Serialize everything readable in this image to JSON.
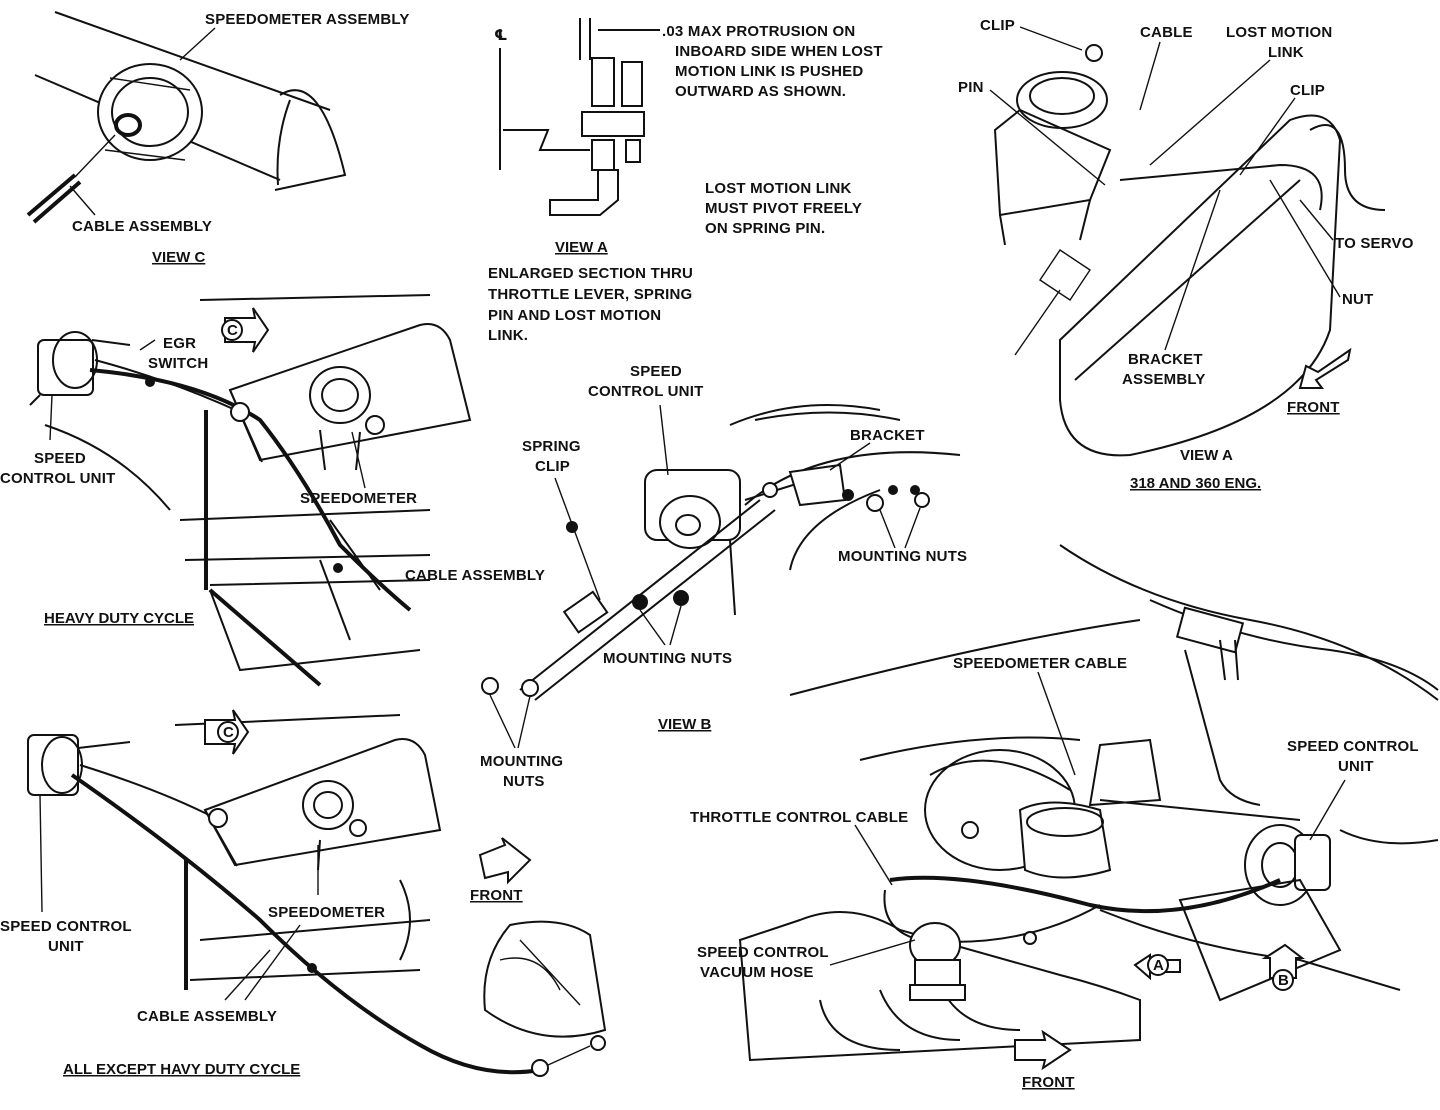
{
  "view_c": {
    "speedometer_assembly": "SPEEDOMETER ASSEMBLY",
    "cable_assembly": "CABLE ASSEMBLY",
    "title": "VIEW C"
  },
  "view_a_section": {
    "centerline_symbol": "℄",
    "protrusion_note": [
      ".03 MAX PROTRUSION ON",
      "INBOARD SIDE WHEN LOST",
      "MOTION LINK IS PUSHED",
      "OUTWARD AS SHOWN."
    ],
    "pivot_note": [
      "LOST MOTION LINK",
      "MUST PIVOT FREELY",
      "ON SPRING PIN."
    ],
    "title": "VIEW A",
    "caption": [
      "ENLARGED SECTION THRU",
      "THROTTLE LEVER, SPRING",
      "PIN AND LOST MOTION",
      "LINK."
    ]
  },
  "view_a_engine": {
    "clip_top": "CLIP",
    "cable": "CABLE",
    "lost_motion_link": [
      "LOST MOTION",
      "LINK"
    ],
    "pin": "PIN",
    "clip_right": "CLIP",
    "to_servo": "TO SERVO",
    "nut": "NUT",
    "bracket_assembly": [
      "BRACKET",
      "ASSEMBLY"
    ],
    "front": "FRONT",
    "title": "VIEW A",
    "subtitle": "318  AND 360 ENG."
  },
  "heavy_duty": {
    "view_marker": "C",
    "egr_switch": [
      "EGR",
      "SWITCH"
    ],
    "speed_control_unit": [
      "SPEED",
      "CONTROL UNIT"
    ],
    "speedometer": "SPEEDOMETER",
    "cable_assembly": "CABLE ASSEMBLY",
    "title": "HEAVY DUTY CYCLE"
  },
  "view_b": {
    "speed_control_unit": [
      "SPEED",
      "CONTROL UNIT"
    ],
    "spring_clip": [
      "SPRING",
      "CLIP"
    ],
    "bracket": "BRACKET",
    "mounting_nuts_right": "MOUNTING NUTS",
    "mounting_nuts_center": "MOUNTING NUTS",
    "mounting_nuts_left": [
      "MOUNTING",
      "NUTS"
    ],
    "title": "VIEW B"
  },
  "all_except": {
    "view_marker": "C",
    "speed_control_unit": [
      "SPEED CONTROL",
      "UNIT"
    ],
    "speedometer": "SPEEDOMETER",
    "cable_assembly": "CABLE ASSEMBLY",
    "front": "FRONT",
    "title": "ALL EXCEPT HAVY DUTY CYCLE"
  },
  "engine_bay": {
    "speedometer_cable": "SPEEDOMETER CABLE",
    "speed_control_unit": [
      "SPEED CONTROL",
      "UNIT"
    ],
    "throttle_control_cable": "THROTTLE CONTROL CABLE",
    "speed_control_vacuum_hose": [
      "SPEED CONTROL",
      "VACUUM HOSE"
    ],
    "marker_a": "A",
    "marker_b": "B",
    "front": "FRONT"
  }
}
